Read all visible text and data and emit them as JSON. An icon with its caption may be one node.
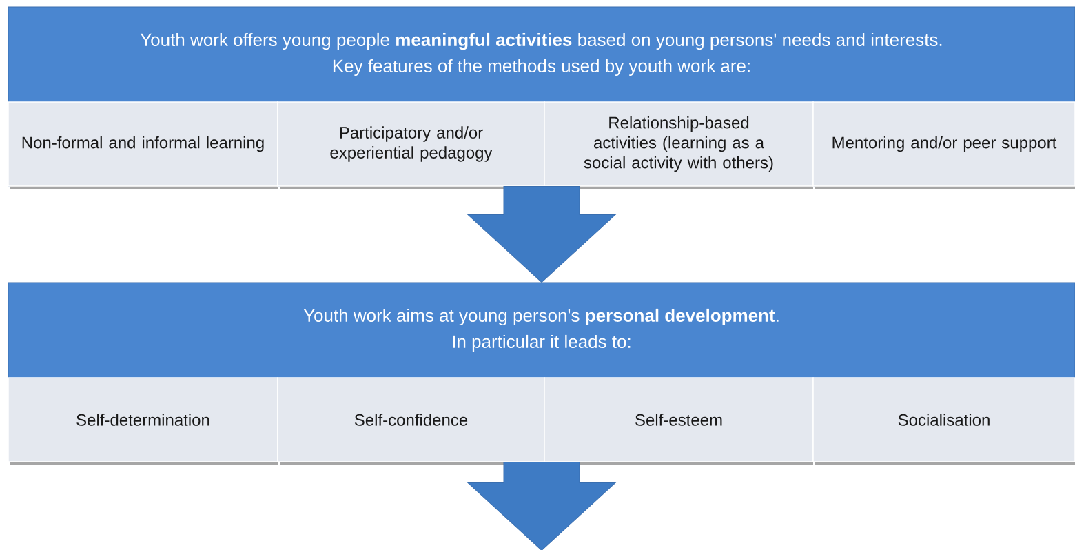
{
  "diagram": {
    "nodes": [
      {
        "text": [
          "Youth work offers young people **meaningful activities** based on young persons' needs and interests.",
          "Key features of the methods used by youth work are:"
        ]
      },
      {
        "text": [
          "Non-formal and informal learning"
        ],
        "in": 0
      },
      {
        "text": [
          "Participatory and/or experiential pedagogy"
        ],
        "in": 0
      },
      {
        "text": [
          "Relationship-based activities (learning as a social activity with others)"
        ],
        "in": 0
      },
      {
        "text": [
          "Mentoring and/or peer support"
        ],
        "in": 0
      },
      {
        "text": [
          "Youth work aims at young person's **personal development**.",
          "In particular it leads to:"
        ]
      },
      {
        "text": [
          "Self-determination"
        ],
        "in": 5
      },
      {
        "text": [
          "Self-confidence"
        ],
        "in": 5
      },
      {
        "text": [
          "Self-esteem"
        ],
        "in": 5
      },
      {
        "text": [
          "Socialisation"
        ],
        "in": 5
      }
    ],
    "edges": [
      {
        "from": 0,
        "to": 5,
        "arrow": "to"
      },
      {
        "from": 5,
        "to": null,
        "arrow": "to"
      }
    ]
  }
}
